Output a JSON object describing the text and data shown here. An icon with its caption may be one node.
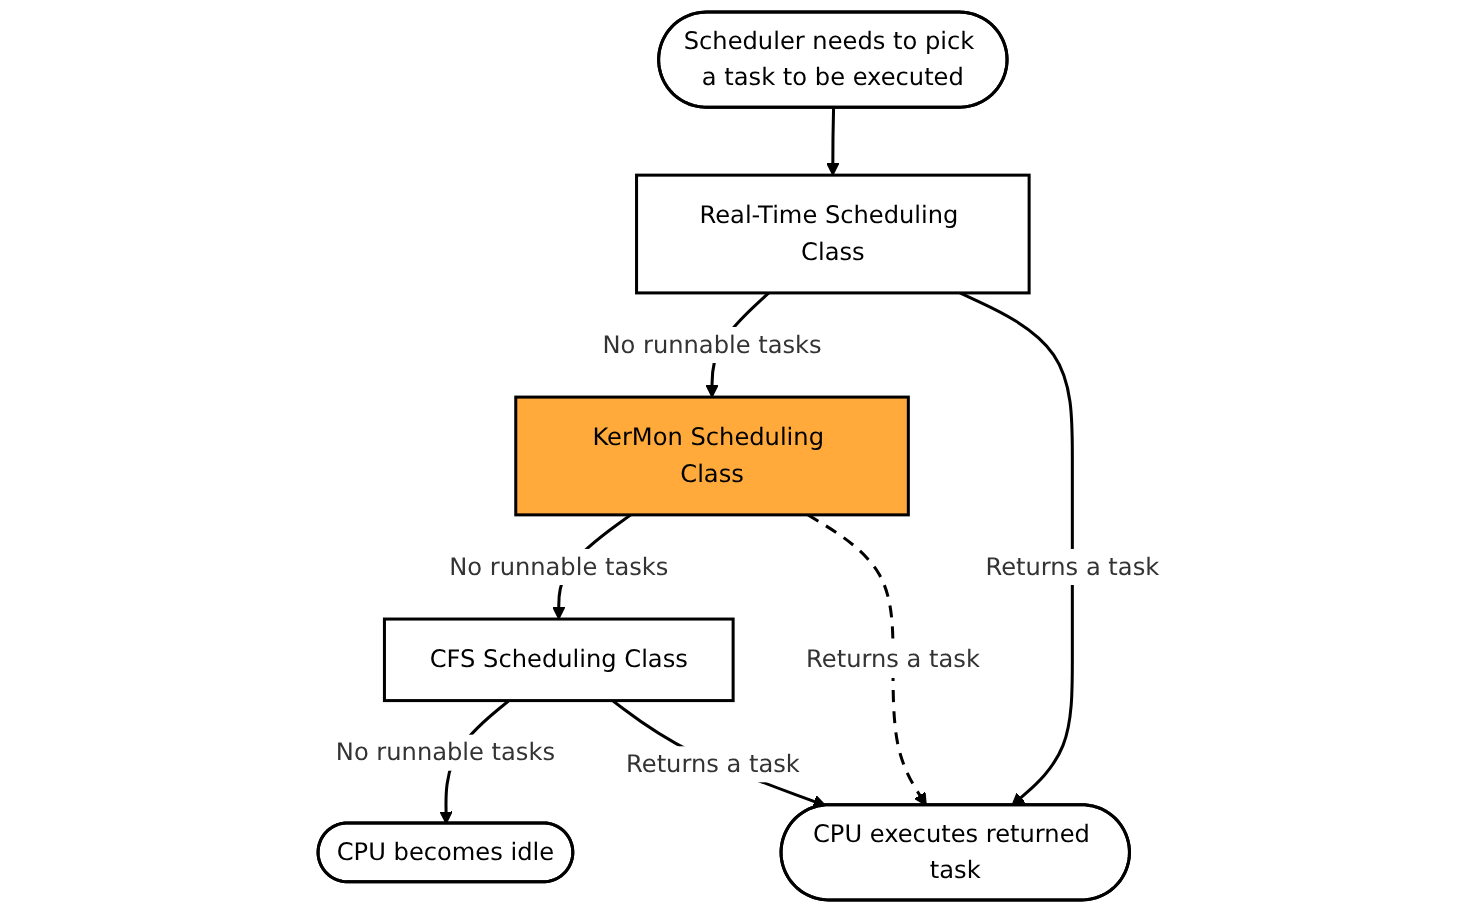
{
  "diagram": {
    "nodes": [
      {
        "text": [
          "Scheduler needs to pick a task to be executed"
        ]
      },
      {
        "text": [
          "Real-Time Scheduling Class"
        ]
      },
      {
        "text": [
          "KerMon Scheduling Class"
        ]
      },
      {
        "text": [
          "CFS Scheduling Class"
        ]
      },
      {
        "text": [
          "CPU executes returned task"
        ]
      },
      {
        "text": [
          "CPU becomes idle"
        ]
      }
    ],
    "edges": [
      {
        "from": 0,
        "to": 1,
        "arrow": "to"
      },
      {
        "from": 1,
        "to": 2,
        "arrow": "to",
        "label": "No runnable tasks"
      },
      {
        "from": 2,
        "to": 3,
        "arrow": "to",
        "label": "No runnable tasks"
      },
      {
        "from": 3,
        "to": 5,
        "arrow": "to",
        "label": "No runnable tasks"
      },
      {
        "from": 1,
        "to": 4,
        "arrow": "to",
        "label": "Returns a task"
      },
      {
        "from": 2,
        "to": 4,
        "arrow": "to",
        "label": "Returns a task",
        "style": "dashed"
      },
      {
        "from": 3,
        "to": 4,
        "arrow": "to",
        "label": "Returns a task"
      }
    ]
  }
}
